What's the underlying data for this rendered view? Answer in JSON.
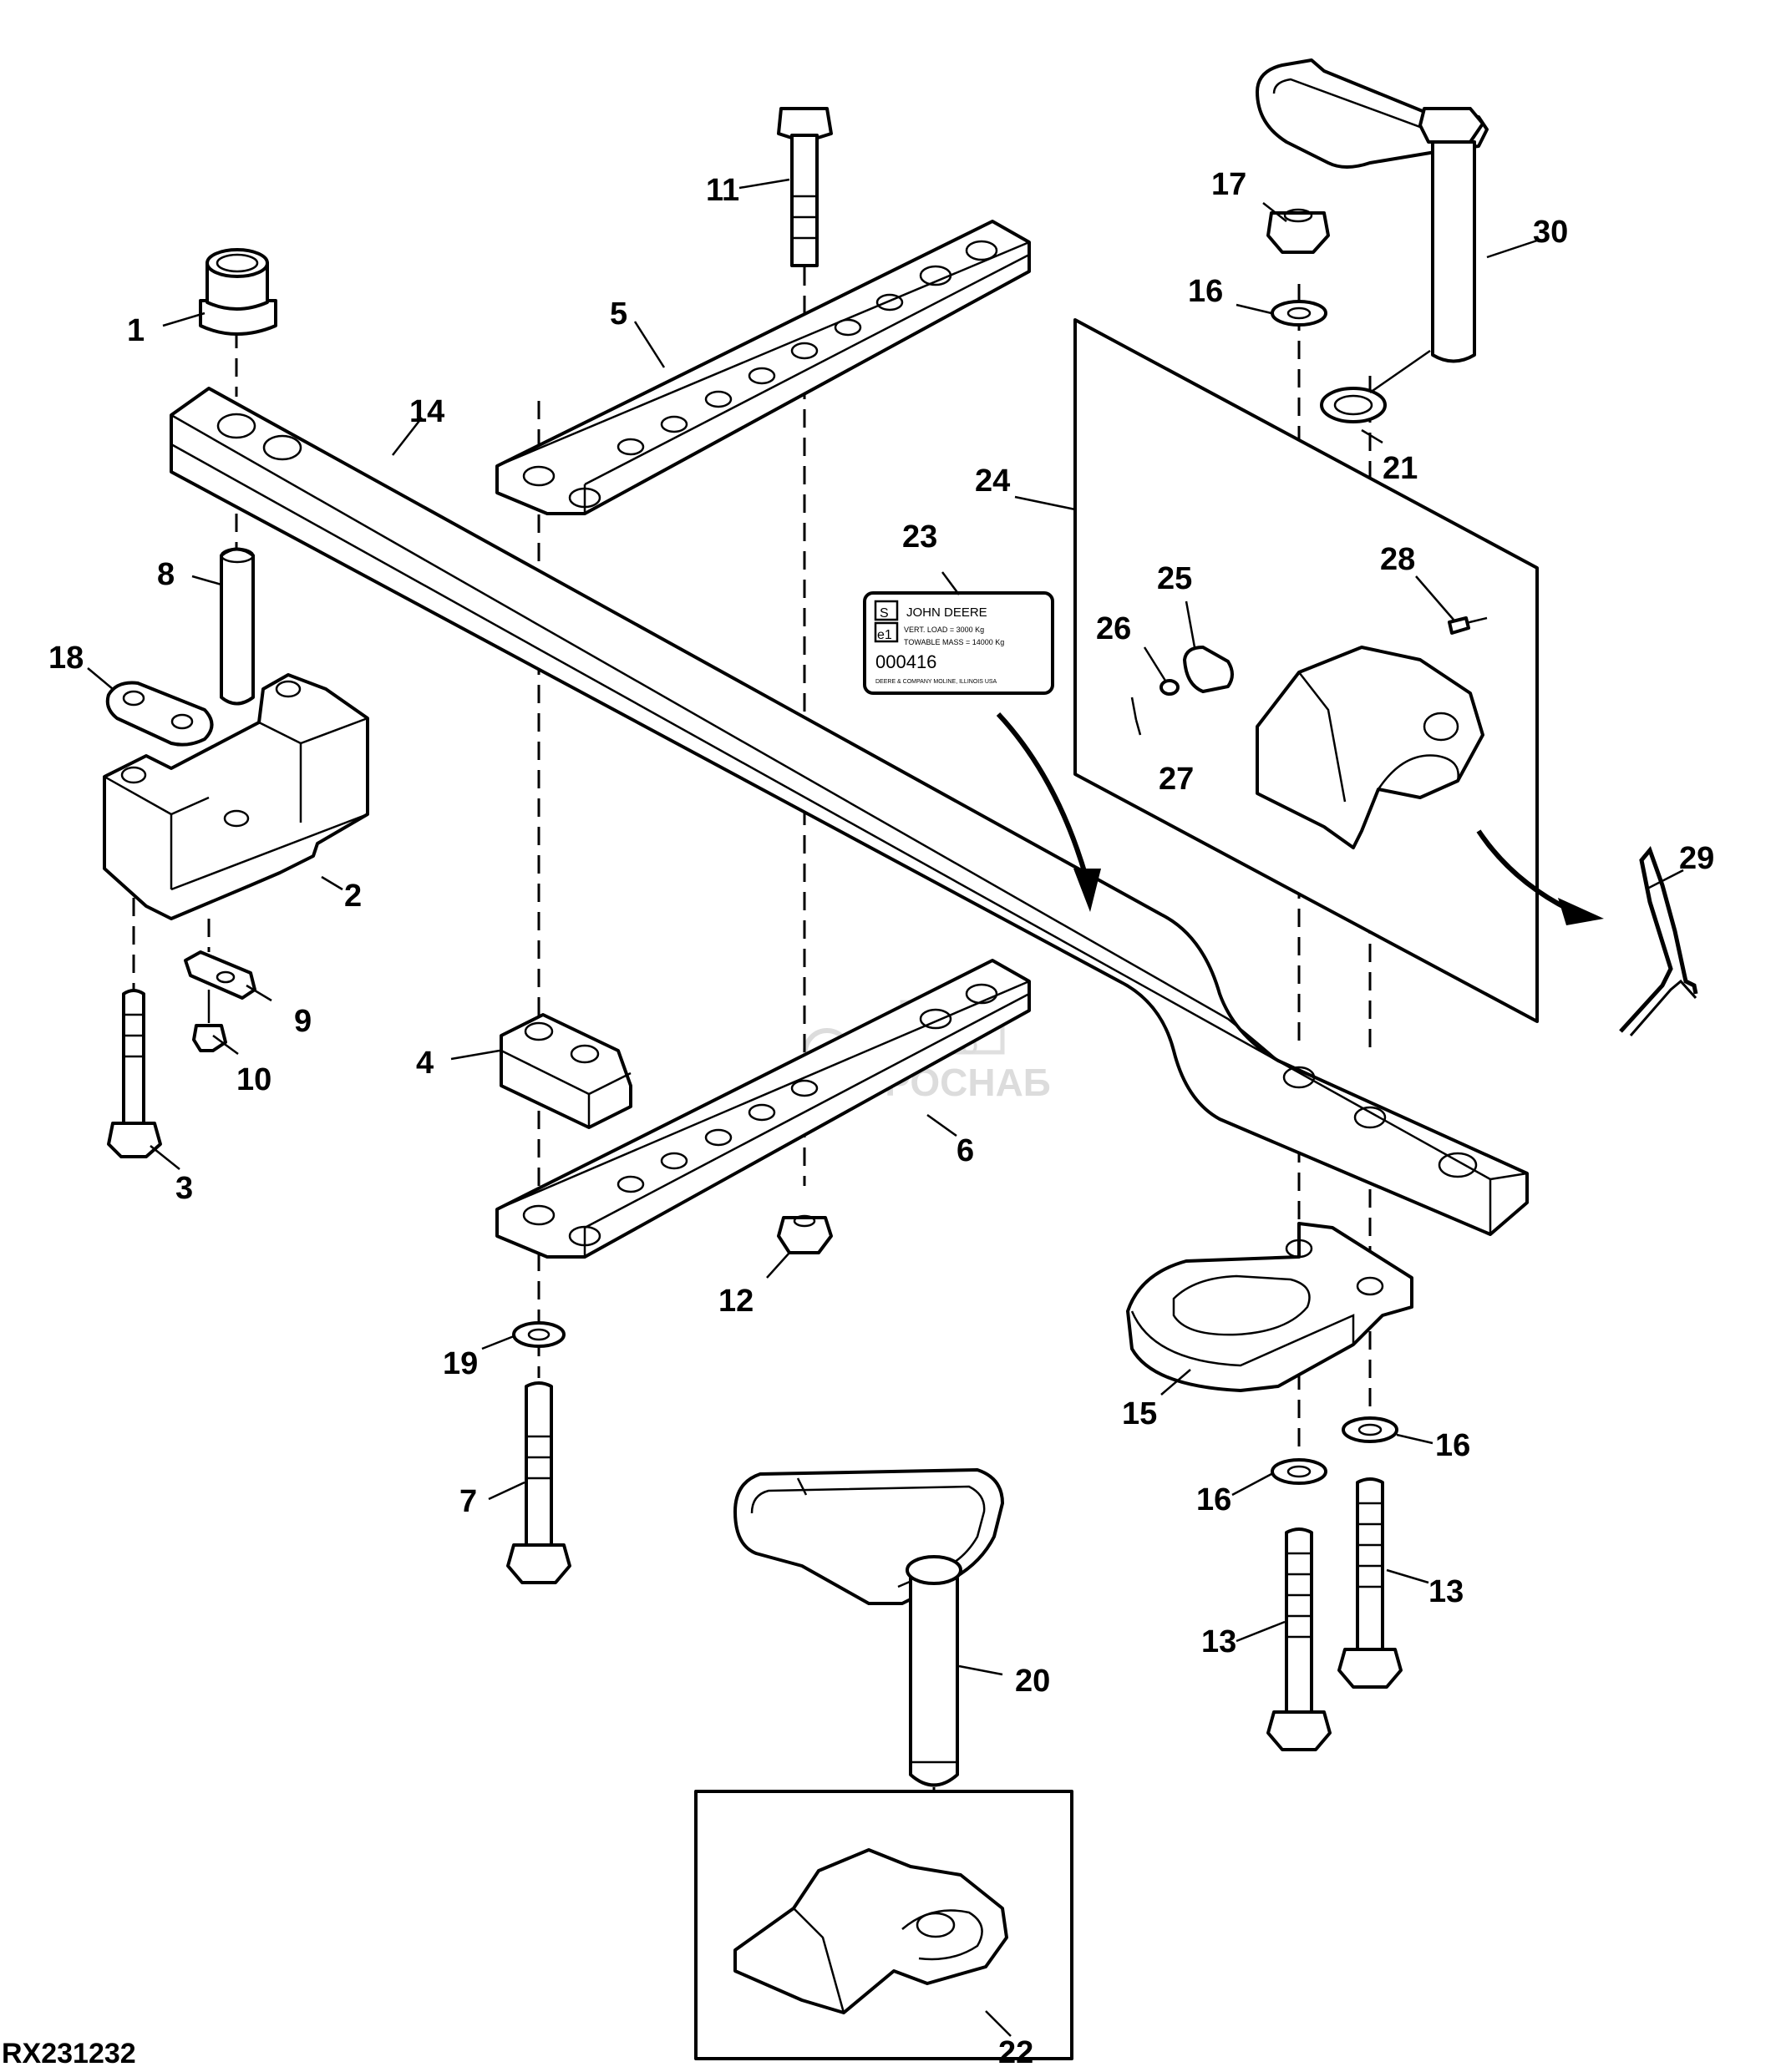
{
  "figure_id": "RX231232",
  "nameplate": {
    "box1": "S",
    "box2": "e1",
    "brand": "JOHN DEERE",
    "line1": "VERT. LOAD = 3000 Kg",
    "line2": "TOWABLE MASS = 14000 Kg",
    "code": "000416",
    "footer": "DEERE & COMPANY MOLINE, ILLINOIS USA"
  },
  "watermark": {
    "line1": "ООО",
    "line2": "АГРОСНАБ"
  },
  "callouts": [
    {
      "id": "c1",
      "label": "1"
    },
    {
      "id": "c2",
      "label": "2"
    },
    {
      "id": "c3",
      "label": "3"
    },
    {
      "id": "c4",
      "label": "4"
    },
    {
      "id": "c5",
      "label": "5"
    },
    {
      "id": "c6",
      "label": "6"
    },
    {
      "id": "c7",
      "label": "7"
    },
    {
      "id": "c8",
      "label": "8"
    },
    {
      "id": "c9",
      "label": "9"
    },
    {
      "id": "c10",
      "label": "10"
    },
    {
      "id": "c11",
      "label": "11"
    },
    {
      "id": "c12",
      "label": "12"
    },
    {
      "id": "c13a",
      "label": "13"
    },
    {
      "id": "c13b",
      "label": "13"
    },
    {
      "id": "c14",
      "label": "14"
    },
    {
      "id": "c15",
      "label": "15"
    },
    {
      "id": "c16a",
      "label": "16"
    },
    {
      "id": "c16b",
      "label": "16"
    },
    {
      "id": "c16c",
      "label": "16"
    },
    {
      "id": "c17",
      "label": "17"
    },
    {
      "id": "c18",
      "label": "18"
    },
    {
      "id": "c19",
      "label": "19"
    },
    {
      "id": "c20",
      "label": "20"
    },
    {
      "id": "c21",
      "label": "21"
    },
    {
      "id": "c22",
      "label": "22"
    },
    {
      "id": "c23",
      "label": "23"
    },
    {
      "id": "c24",
      "label": "24"
    },
    {
      "id": "c25",
      "label": "25"
    },
    {
      "id": "c26",
      "label": "26"
    },
    {
      "id": "c27",
      "label": "27"
    },
    {
      "id": "c28",
      "label": "28"
    },
    {
      "id": "c29",
      "label": "29"
    },
    {
      "id": "c30",
      "label": "30"
    }
  ]
}
